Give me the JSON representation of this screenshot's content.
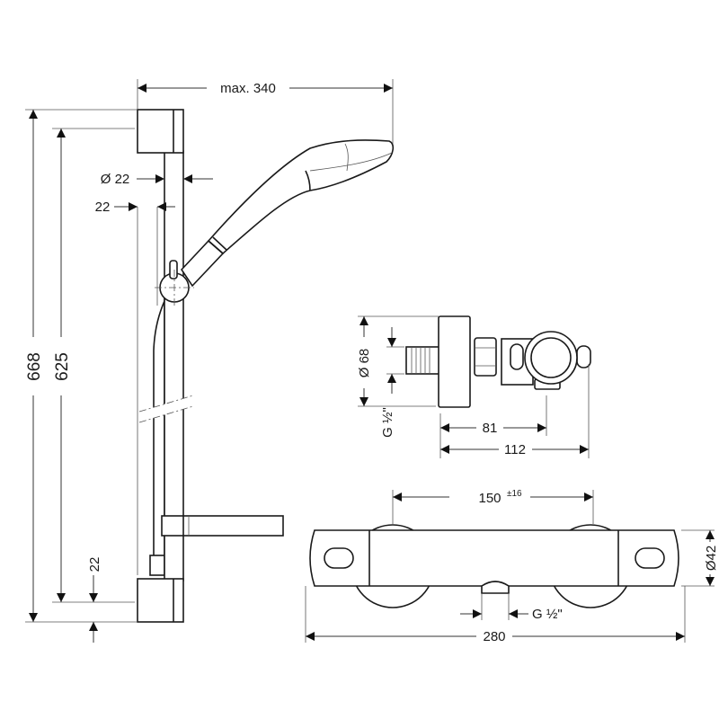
{
  "drawing": {
    "shower_rail": {
      "width_label": "max. 340",
      "rail_diameter_label": "Ø 22",
      "offset_label": "22",
      "total_height_label": "668",
      "rail_height_label": "625",
      "bottom_offset_label": "22"
    },
    "thermostat_side": {
      "diameter_label": "Ø 68",
      "thread_label": "G ½\"",
      "depth_outlet_label": "81",
      "depth_total_label": "112"
    },
    "thermostat_front": {
      "center_distance_label": "150",
      "tolerance_label": "±16",
      "diameter_label": "Ø42",
      "outlet_thread_label": "G ½\"",
      "total_width_label": "280"
    }
  }
}
